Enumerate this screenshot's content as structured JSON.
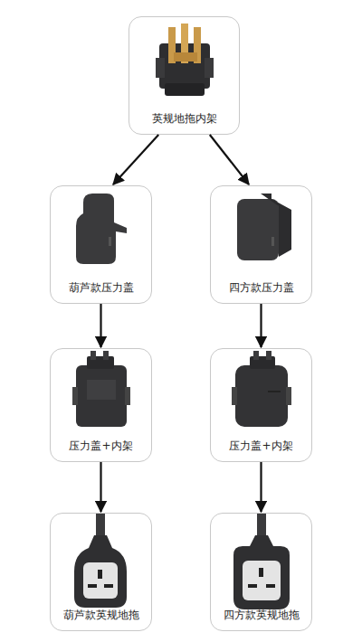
{
  "diagram": {
    "nodes": [
      {
        "text": [
          "英规地拖内架"
        ]
      },
      {
        "text": [
          "葫芦款压力盖"
        ]
      },
      {
        "text": [
          "四方款压力盖"
        ]
      },
      {
        "text": [
          "压力盖+内架"
        ]
      },
      {
        "text": [
          "压力盖+内架"
        ]
      },
      {
        "text": [
          "葫芦款英规地拖"
        ]
      },
      {
        "text": [
          "四方款英规地拖"
        ]
      }
    ],
    "edges": [
      {
        "from": 0,
        "to": 1,
        "arrow": "to"
      },
      {
        "from": 0,
        "to": 2,
        "arrow": "to"
      },
      {
        "from": 1,
        "to": 3,
        "arrow": "to"
      },
      {
        "from": 2,
        "to": 4,
        "arrow": "to"
      },
      {
        "from": 3,
        "to": 5,
        "arrow": "to"
      },
      {
        "from": 4,
        "to": 6,
        "arrow": "to"
      }
    ]
  }
}
